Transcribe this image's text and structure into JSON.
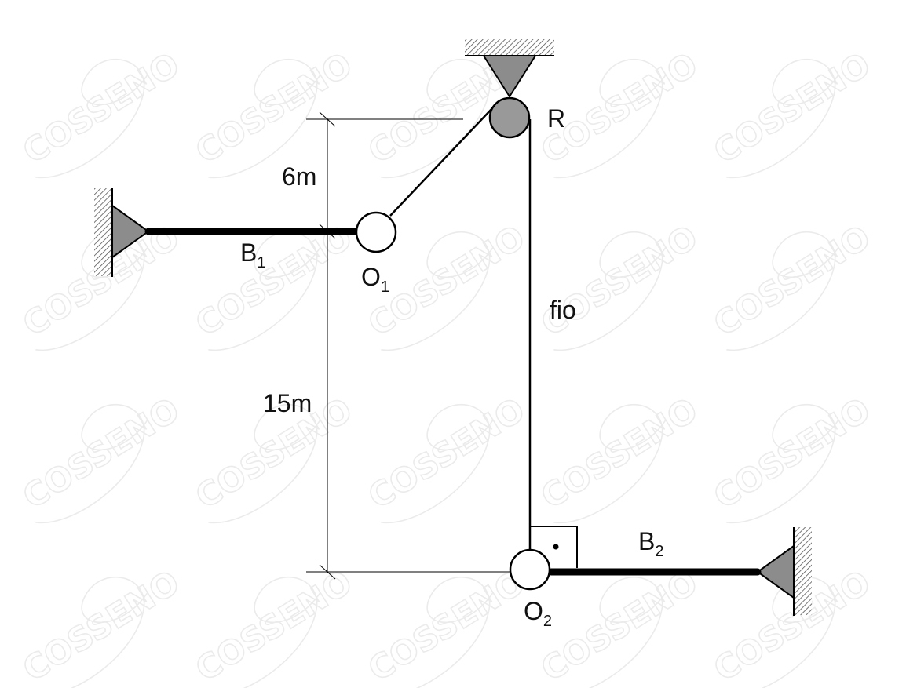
{
  "watermark": {
    "text": "COSSENO"
  },
  "labels": {
    "pulley": "R",
    "dim_top": "6m",
    "dim_bottom": "15m",
    "bar1": "B",
    "bar1_sub": "1",
    "node1": "O",
    "node1_sub": "1",
    "rope": "fio",
    "bar2": "B",
    "bar2_sub": "2",
    "node2": "O",
    "node2_sub": "2"
  },
  "colors": {
    "support_fill": "#8c8c8c",
    "pulley_fill": "#999999",
    "line": "#000000",
    "watermark": "#ebebeb"
  }
}
